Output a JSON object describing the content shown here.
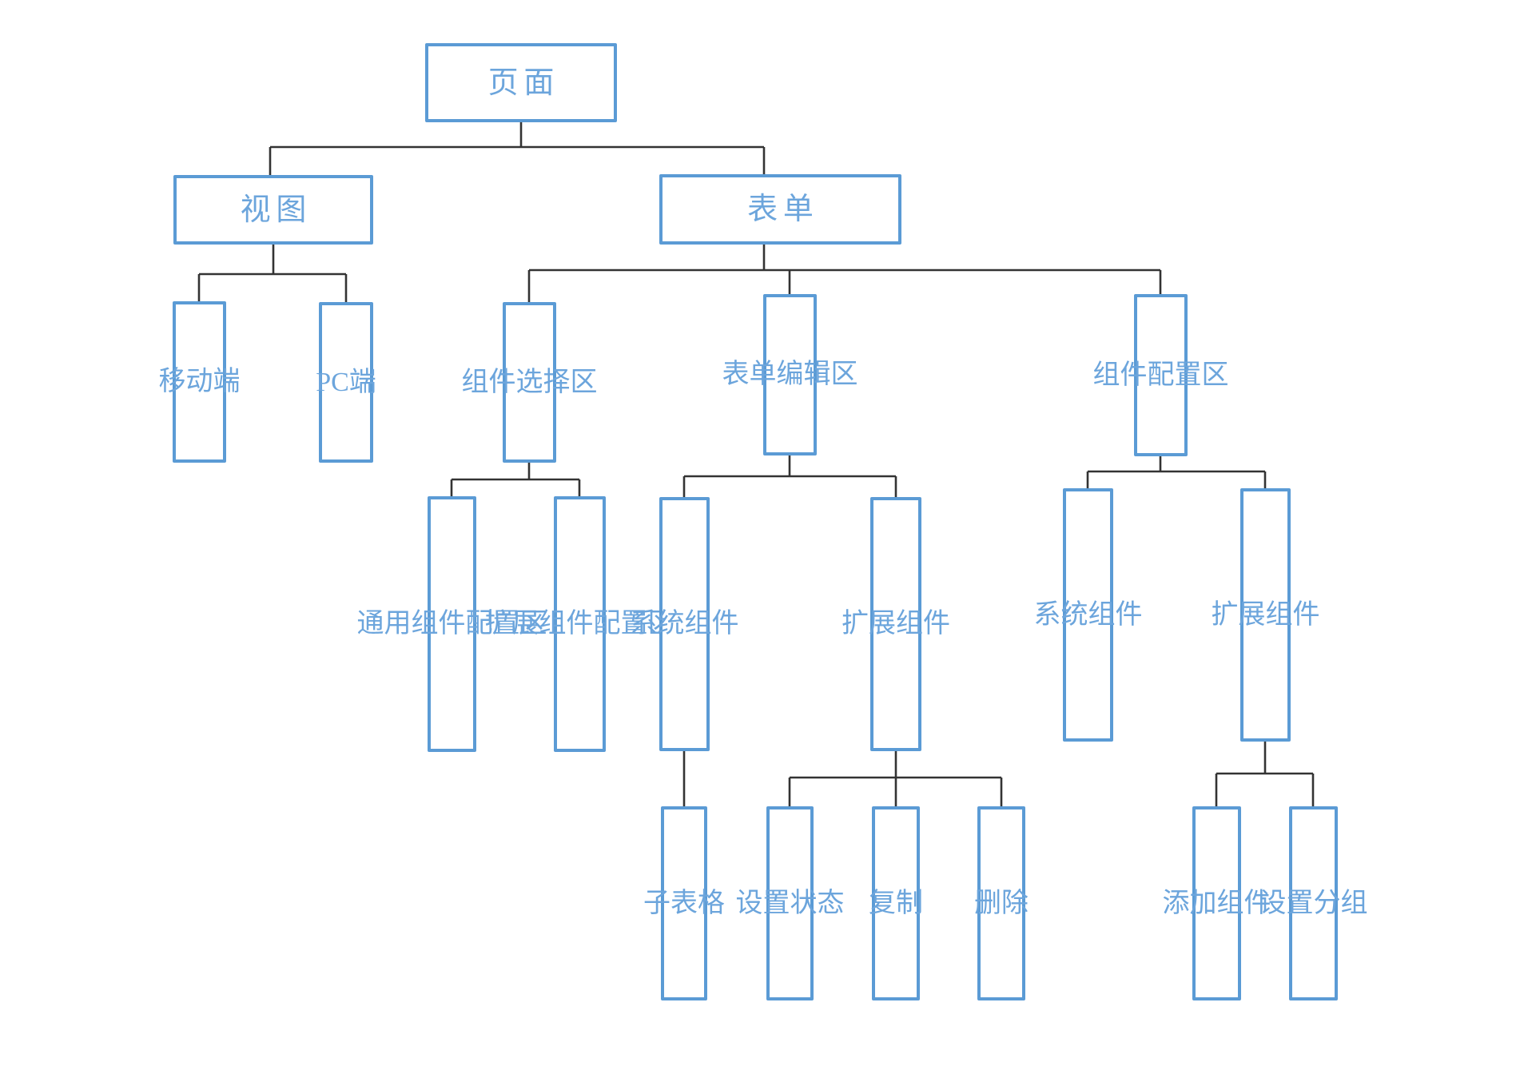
{
  "diagram": {
    "type": "org-chart",
    "colors": {
      "background": "#ffffff",
      "node_border": "#5b9bd5",
      "node_text": "#6ca5dc",
      "connector": "#333333"
    },
    "nodes": {
      "page": {
        "label": "页面"
      },
      "view": {
        "label": "视图"
      },
      "form": {
        "label": "表单"
      },
      "mobile": {
        "label": "移动端"
      },
      "pc": {
        "label": "PC端"
      },
      "component_select_area": {
        "label": "组件选择区"
      },
      "form_edit_area": {
        "label": "表单编辑区"
      },
      "component_config_area": {
        "label": "组件配置区"
      },
      "general_component_config_area": {
        "label": "通用组件配置区"
      },
      "extended_component_config_area": {
        "label": "扩展组件配置区"
      },
      "system_components_edit": {
        "label": "系统组件"
      },
      "extended_components_edit": {
        "label": "扩展组件"
      },
      "system_components_config": {
        "label": "系统组件"
      },
      "extended_components_config": {
        "label": "扩展组件"
      },
      "subtable": {
        "label": "子表格"
      },
      "set_status": {
        "label": "设置状态"
      },
      "copy": {
        "label": "复制"
      },
      "delete": {
        "label": "删除"
      },
      "add_component": {
        "label": "添加组件"
      },
      "set_group": {
        "label": "设置分组"
      }
    },
    "edges": [
      {
        "from": "page",
        "to": "view"
      },
      {
        "from": "page",
        "to": "form"
      },
      {
        "from": "view",
        "to": "mobile"
      },
      {
        "from": "view",
        "to": "pc"
      },
      {
        "from": "form",
        "to": "component_select_area"
      },
      {
        "from": "form",
        "to": "form_edit_area"
      },
      {
        "from": "form",
        "to": "component_config_area"
      },
      {
        "from": "component_select_area",
        "to": "general_component_config_area"
      },
      {
        "from": "component_select_area",
        "to": "extended_component_config_area"
      },
      {
        "from": "form_edit_area",
        "to": "system_components_edit"
      },
      {
        "from": "form_edit_area",
        "to": "extended_components_edit"
      },
      {
        "from": "system_components_edit",
        "to": "subtable"
      },
      {
        "from": "extended_components_edit",
        "to": "set_status"
      },
      {
        "from": "extended_components_edit",
        "to": "copy"
      },
      {
        "from": "extended_components_edit",
        "to": "delete"
      },
      {
        "from": "component_config_area",
        "to": "system_components_config"
      },
      {
        "from": "component_config_area",
        "to": "extended_components_config"
      },
      {
        "from": "extended_components_config",
        "to": "add_component"
      },
      {
        "from": "extended_components_config",
        "to": "set_group"
      }
    ]
  }
}
